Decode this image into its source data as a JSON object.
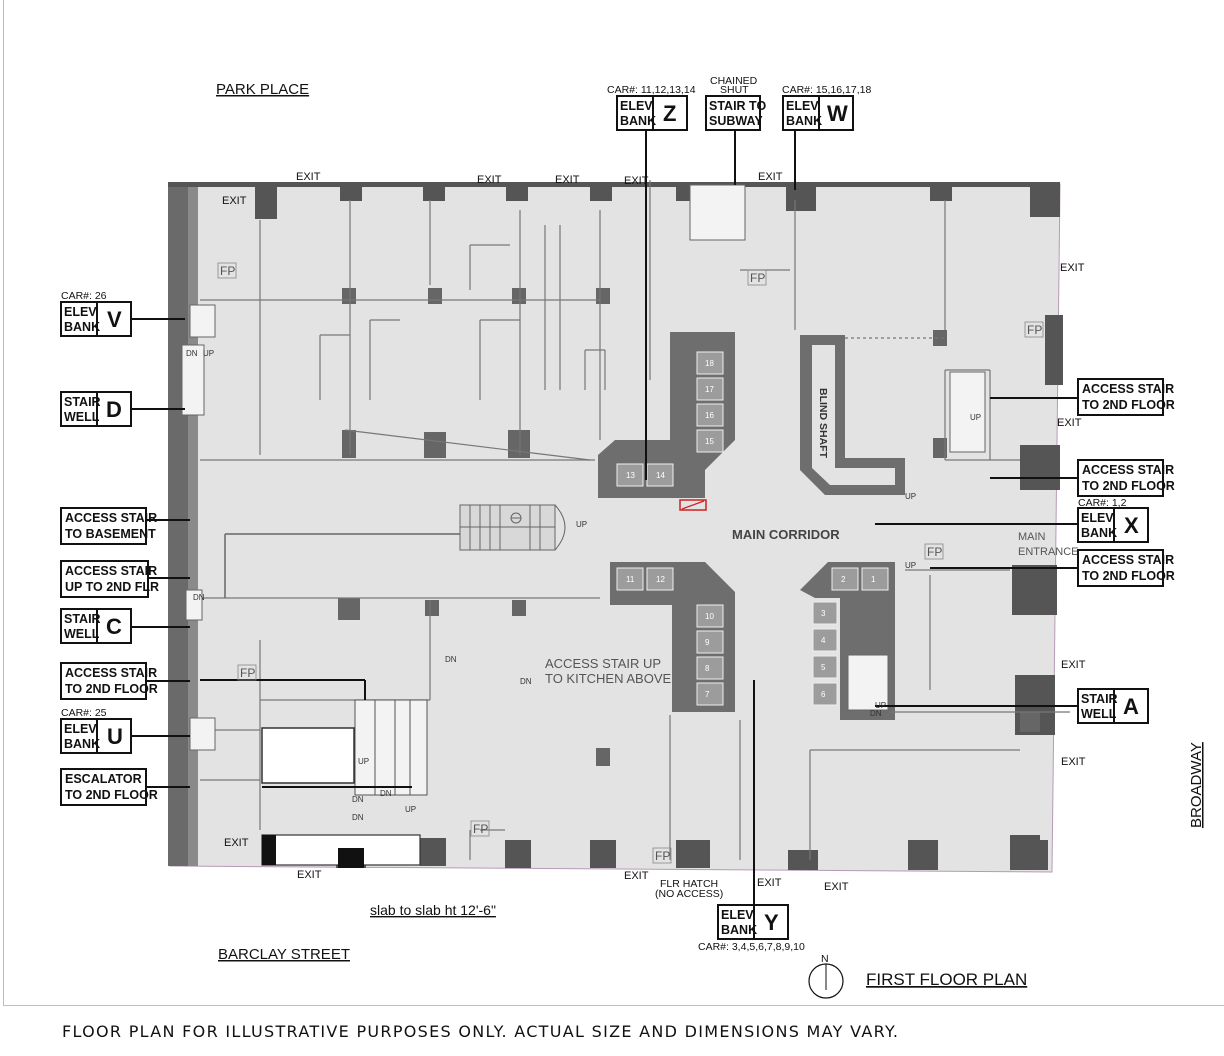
{
  "streets": {
    "north": "PARK PLACE",
    "south": "BARCLAY STREET",
    "east": "BROADWAY"
  },
  "plan_title": "FIRST FLOOR PLAN",
  "north_label": "N",
  "slab_note": "slab to slab ht 12'-6\"",
  "disclaimer": "FLOOR PLAN FOR ILLUSTRATIVE PURPOSES ONLY. ACTUAL SIZE AND DIMENSIONS MAY VARY.",
  "corridor_label": "MAIN CORRIDOR",
  "blind_shaft": "BLIND SHAFT",
  "main_entrance": [
    "MAIN",
    "ENTRANCE"
  ],
  "kitchen_stair": [
    "ACCESS STAIR UP",
    "TO KITCHEN ABOVE"
  ],
  "flr_hatch": [
    "FLR HATCH",
    "(NO ACCESS)"
  ],
  "chained_shut": [
    "CHAINED",
    "SHUT"
  ],
  "exit_label": "EXIT",
  "fp_label": "FP",
  "elevator_banks": {
    "z": {
      "line1": "ELEV",
      "line2": "BANK",
      "letter": "Z",
      "cars": "CAR#: 11,12,13,14"
    },
    "w": {
      "line1": "ELEV",
      "line2": "BANK",
      "letter": "W",
      "cars": "CAR#: 15,16,17,18"
    },
    "v": {
      "line1": "ELEV",
      "line2": "BANK",
      "letter": "V",
      "cars": "CAR#: 26"
    },
    "u": {
      "line1": "ELEV",
      "line2": "BANK",
      "letter": "U",
      "cars": "CAR#: 25"
    },
    "x": {
      "line1": "ELEV",
      "line2": "BANK",
      "letter": "X",
      "cars": "CAR#: 1,2"
    },
    "y": {
      "line1": "ELEV",
      "line2": "BANK",
      "letter": "Y",
      "cars": "CAR#: 3,4,5,6,7,8,9,10"
    }
  },
  "subway_stair": {
    "line1": "STAIR TO",
    "line2": "SUBWAY"
  },
  "stair_wells": {
    "d": {
      "line1": "STAIR",
      "line2": "WELL",
      "letter": "D"
    },
    "c": {
      "line1": "STAIR",
      "line2": "WELL",
      "letter": "C"
    },
    "a": {
      "line1": "STAIR",
      "line2": "WELL",
      "letter": "A"
    }
  },
  "access_labels": {
    "basement": {
      "line1": "ACCESS STAIR",
      "line2": "TO BASEMENT"
    },
    "up_2nd_flr": {
      "line1": "ACCESS STAIR",
      "line2": "UP TO 2ND FLR"
    },
    "left_2nd_floor": {
      "line1": "ACCESS STAIR",
      "line2": "TO 2ND FLOOR"
    },
    "escalator": {
      "line1": "ESCALATOR",
      "line2": "TO 2ND FLOOR"
    },
    "right_2nd_floor_1": {
      "line1": "ACCESS STAIR",
      "line2": "TO 2ND FLOOR"
    },
    "right_2nd_floor_2": {
      "line1": "ACCESS STAIR",
      "line2": "TO 2ND FLOOR"
    },
    "right_2nd_floor_3": {
      "line1": "ACCESS STAIR",
      "line2": "TO 2ND FLOOR"
    }
  },
  "elevator_cars": {
    "upper_column": [
      "18",
      "17",
      "16",
      "15"
    ],
    "lower_column": [
      "10",
      "9",
      "8",
      "7"
    ],
    "upper_pair": [
      "13",
      "14"
    ],
    "lower_pair": [
      "11",
      "12"
    ],
    "right_pair": [
      "2",
      "1"
    ],
    "right_column": [
      "3",
      "4",
      "5",
      "6"
    ]
  },
  "stair_marks": {
    "up": "UP",
    "dn": "DN"
  }
}
